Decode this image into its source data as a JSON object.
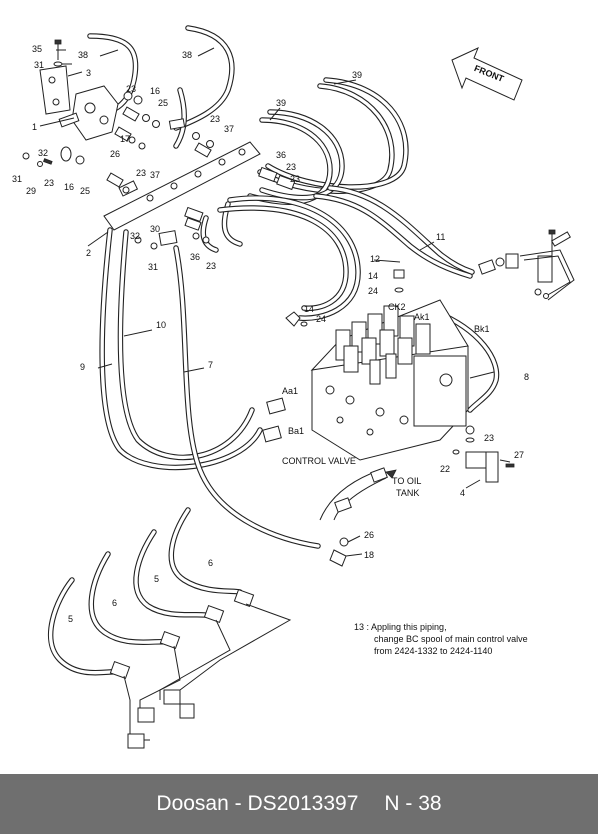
{
  "callouts": {
    "c35": "35",
    "c31a": "31",
    "c3": "3",
    "c38a": "38",
    "c38b": "38",
    "c39a": "39",
    "c39b": "39",
    "c1": "1",
    "c23a": "23",
    "c16a": "16",
    "c25a": "25",
    "c17": "17",
    "c26": "26",
    "c32a": "32",
    "c31b": "31",
    "c29": "29",
    "c23b": "23",
    "c16b": "16",
    "c25b": "25",
    "c23c": "23",
    "c37a": "37",
    "c23d": "23",
    "c37b": "37",
    "c36a": "36",
    "c23e": "23",
    "c23f": "23",
    "c2": "2",
    "c32b": "32",
    "c30": "30",
    "c31c": "31",
    "c36b": "36",
    "c23g": "23",
    "c12": "12",
    "c11": "11",
    "c14a": "14",
    "c24a": "24",
    "c14b": "14",
    "c24b": "24",
    "c10": "10",
    "c9": "9",
    "c7": "7",
    "c8": "8",
    "c23h": "23",
    "c22": "22",
    "c27": "27",
    "c4": "4",
    "c26b": "26",
    "c18": "18",
    "c6a": "6",
    "c5a": "5",
    "c6b": "6",
    "c5b": "5"
  },
  "labels": {
    "front": "FRONT",
    "ck2": "CK2",
    "ak1": "Ak1",
    "bk1": "Bk1",
    "aa1": "Aa1",
    "ba1": "Ba1",
    "control_valve": "CONTROL VALVE",
    "to_oil": "TO OIL",
    "tank": "TANK"
  },
  "note": {
    "line1": "13 : Appling this piping,",
    "line2": "change BC spool of main control valve",
    "line3": "from 2424-1332 to 2424-1140"
  },
  "footer": {
    "brand": "Doosan - DS2013397",
    "page": "N - 38"
  }
}
